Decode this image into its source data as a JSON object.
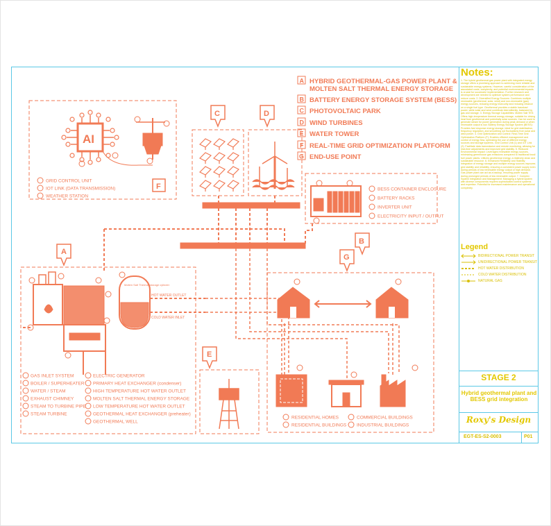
{
  "key": {
    "A": "HYBRID GEOTHERMAL-GAS POWER PLANT &",
    "A2": "MOLTEN SALT THERMAL ENERGY STORAGE",
    "B": "BATTERY ENERGY STORAGE SYSTEM (BESS)",
    "C": "PHOTOVOLTAIC PARK",
    "D": "WIND TURBINES",
    "E": "WATER TOWER",
    "F": "REAL-TIME GRID OPTIMIZATION PLATFORM",
    "G": "END-USE POINT"
  },
  "section_f": {
    "ai": "AI",
    "items": [
      "GRID CONTROL UNIT",
      "IOT LINK (DATA TRANSMISSION)",
      "WEATHER STATION"
    ]
  },
  "section_b": {
    "items": [
      "BESS CONTAINER ENCLOSURE",
      "BATTERY RACKS",
      "INVERTER UNIT",
      "ELECTRICITY INPUT / OUTPUT"
    ]
  },
  "section_a": {
    "tank_label": "Molten Salt Thermal storage cylinder",
    "hot_outlet": "HOT WATER OUTLET",
    "cold_inlet": "COLD WATER INLET",
    "items_left": [
      "GAS INLET SYSTEM",
      "BOILER / SUPERHEATER",
      "WATER / STEAM",
      "EXHAUST CHIMNEY",
      "STEAM TO TURBINE PIPE",
      "STEAM TURBINE"
    ],
    "items_right": [
      "ELECTRIC GENERATOR",
      "PRIMARY HEAT EXCHANGER (condenser)",
      "HIGH TEMPERATURE HOT WATER OUTLET",
      "MOLTEN SALT THERMAL ENERGY STORAGE",
      "LOW TEMPERATURE HOT WATER OUTLET",
      "GEOTHERMAL HEAT EXCHANGER (preheater)",
      "GEOTHERMAL WELL"
    ]
  },
  "section_g": {
    "items": [
      "RESIDENTIAL HOMES",
      "RESIDENTIAL BUILDINGS",
      "COMMERCIAL BUILDINGS",
      "INDUSTRIAL BUILDINGS"
    ]
  },
  "sidebar": {
    "notes_title": "Notes:",
    "notes_text": "1. The hybrid geothermal-gas power plant with integrated energy storage offers a promising approach to achieving more reliable and sustainable energy systems. However, careful consideration of the associated costs, complexity, and potential environmental impacts is crucial for successful implementation. Further research and development are needed to optimize system performance and reduce costs. 2. Diversified Energy Sources: Combines multiple renewable (geothermal, solar, wind) and non-renewable (gas) energy sources, reducing energy insecurity and reducing reliance on a single fuel type. Geothermal provides a stable baseload power, while solar and wind contribute intermittently, balanced by gas and storage. 3. Energy Storage Capabilities: Molten Salt TES: Offers high-temperature thermal energy storage, suitable for driving heat from geothermal and potentially solar sources. Can be used to generate steam for power generation during peak demand or when renewable output is low. Battery Energy Storage System (BESS): Provides fast response energy storage, ideal for grid stabilization, frequency regulation, and smoothing out fluctuations from solar and wind power. 4. Grid Optimization and Control: Real-Time Grid Optimization Platform (F): Enables efficient management and control of energy flow, optimizing the use of different energy sources and storage systems. Grid Control Unit (1) and IOT Link (2): Facilitate data transmission and remote monitoring, allowing for real-time adjustments and improved grid stability. 5. Reduced Environmental Impact: Leverages renewable energy sources, minimizing greenhouse gas emissions compared to traditional fossil fuel power plants. Utilizes geothermal energy, a relatively clean and sustainable resource. 6. Enhanced Reliability and Stability: Integration of energy storage and multiple energy sources improves grid stability and reliability, ensuring a consistent power supply even during periods of low renewable energy output or high demand. Gas power plant can act as a backup, ensuring power supply during prolonged periods of low renewable output. 7. Complex System Integration and Management: Managing a hybrid system with diverse components requires sophisticated control systems and expertise. Potential for increased maintenance and operational complexity.",
    "legend_title": "Legend",
    "legend": [
      "BIDIRECTIONAL POWER TRANSIT",
      "UNIDIRECTIONAL POWER TRANSIT",
      "HOT WATER DISTRIBUTION",
      "COLD WATER DISTRIBUTION",
      "NATURAL GAS"
    ],
    "stage": "STAGE 2",
    "stage_sub": "Hybrid geothermal plant and BESS grid integration",
    "brand": "Roxy's Design",
    "code": "EGT-ES-S2-0003",
    "rev": "P01"
  },
  "colors": {
    "accent": "#f17a55",
    "frame": "#5bc8e6",
    "sidebar_text": "#e3c800"
  }
}
